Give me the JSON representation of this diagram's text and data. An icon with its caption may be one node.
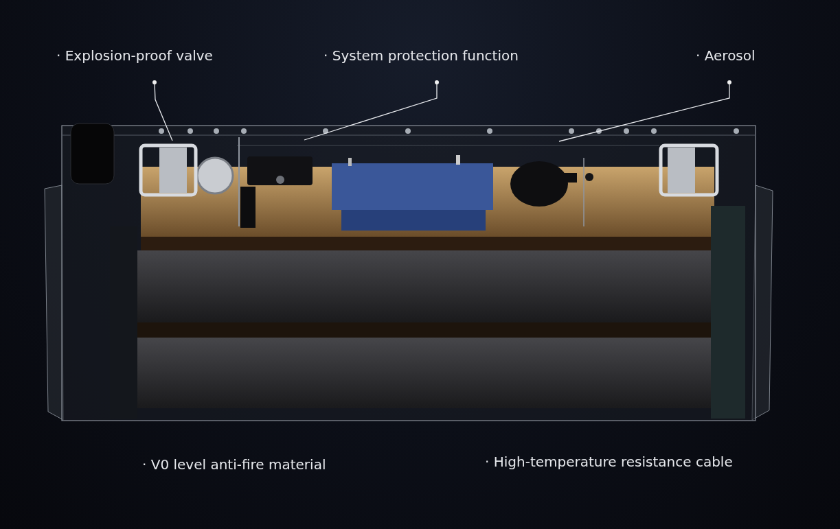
{
  "diagram": {
    "nodes": [
      {
        "text": [
          "· Explosion-proof valve"
        ]
      },
      {
        "text": [
          "· System protection function"
        ]
      },
      {
        "text": [
          "· Aerosol"
        ]
      }
    ],
    "edges": [
      {
        "from": 0,
        "to": null,
        "arrow": "other"
      },
      {
        "from": 1,
        "to": null,
        "arrow": "other"
      },
      {
        "from": 2,
        "to": null,
        "arrow": "other"
      }
    ],
    "labels": [
      "· V0 level anti-fire material",
      "· High-temperature resistance cable"
    ]
  }
}
